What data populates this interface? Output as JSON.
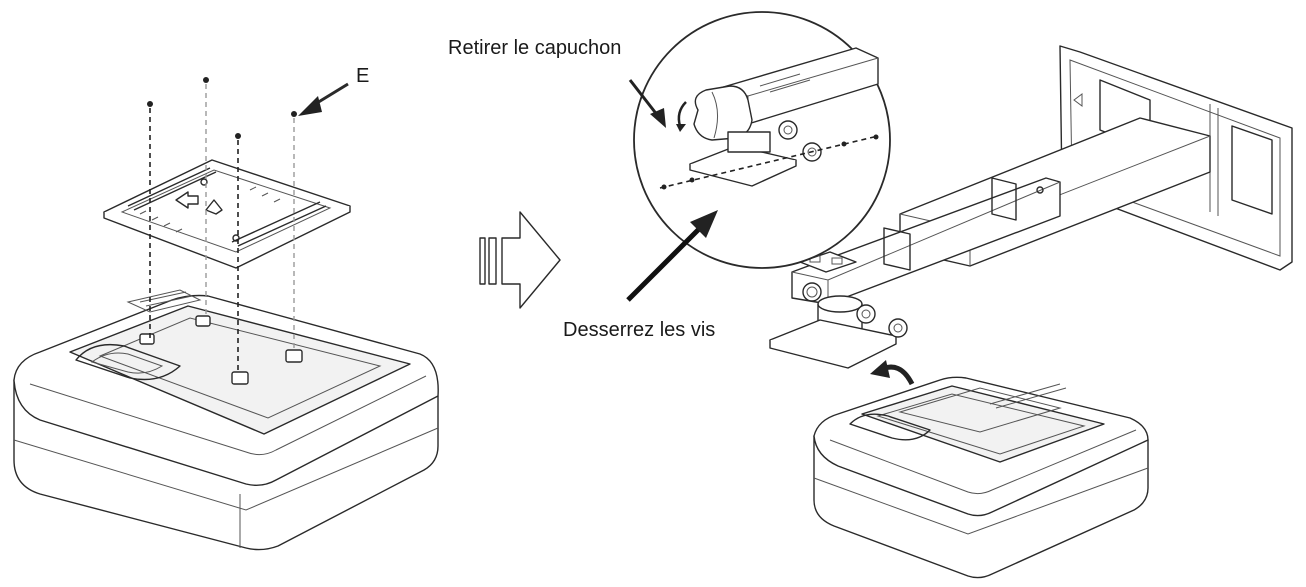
{
  "labels": {
    "screw_callout": "E",
    "remove_cap": "Retirer le capuchon",
    "loosen_screws": "Desserrez les vis"
  },
  "colors": {
    "line": "#2a2a2a",
    "background": "#ffffff"
  },
  "icons": [
    "hollow-right-arrow-icon",
    "curved-arrow-icon"
  ]
}
